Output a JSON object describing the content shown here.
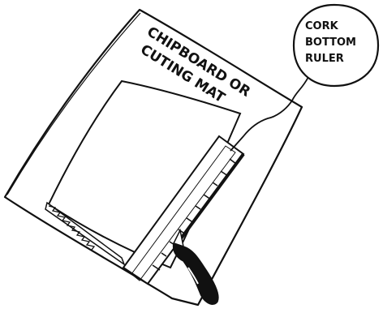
{
  "board_label": {
    "line1": "CHIPBOARD OR",
    "line2": "CUTING MAT"
  },
  "callout": {
    "line1": "CORK",
    "line2": "BOTTOM",
    "line3": "RULER"
  },
  "colors": {
    "ink": "#111111",
    "paper": "#ffffff"
  }
}
